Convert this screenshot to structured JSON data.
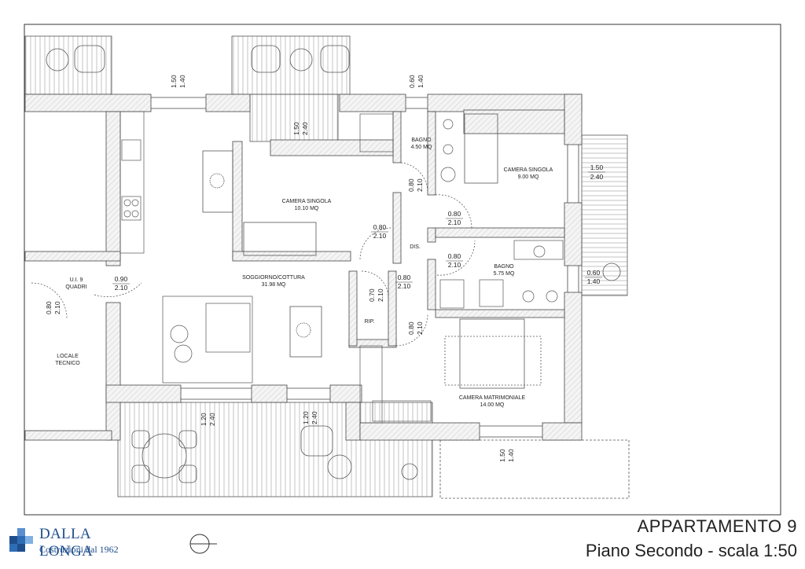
{
  "title": {
    "line1": "APPARTAMENTO 9",
    "line2": "Piano Secondo - scala 1:50"
  },
  "brand": {
    "name": "DALLA LONGA",
    "tagline": "Costruzioni dal 1962",
    "color": "#1f4e8c"
  },
  "rooms": {
    "camera_singola_1": {
      "name": "CAMERA SINGOLA",
      "area": "10.10 MQ"
    },
    "bagno_1": {
      "name": "BAGNO",
      "area": "4.50 MQ"
    },
    "camera_singola_2": {
      "name": "CAMERA SINGOLA",
      "area": "9.00 MQ"
    },
    "soggiorno": {
      "name": "SOGGIORNO/COTTURA",
      "area": "31.98 MQ"
    },
    "bagno_2": {
      "name": "BAGNO",
      "area": "5.75 MQ"
    },
    "camera_matrimoniale": {
      "name": "CAMERA MATRIMONIALE",
      "area": "14.00 MQ"
    },
    "locale_tecnico": {
      "line1": "LOCALE",
      "line2": "TECNICO"
    },
    "dis": "DIS.",
    "rip": "RIP.",
    "quadri": {
      "line1": "U.I. 9",
      "line2": "QUADRI"
    }
  },
  "dims": {
    "w_top_left": {
      "a": "1.50",
      "b": "1.40"
    },
    "w_top_bath": {
      "a": "0.60",
      "b": "1.40"
    },
    "w_top_mid": {
      "a": "1.50",
      "b": "2.40"
    },
    "w_right_room": {
      "a": "1.50",
      "b": "2.40"
    },
    "w_right_bath": {
      "a": "0.60",
      "b": "1.40"
    },
    "w_bottom_left": {
      "a": "1.20",
      "b": "2.40"
    },
    "w_bottom_mid": {
      "a": "1.20",
      "b": "2.40"
    },
    "w_bottom_right": {
      "a": "1.50",
      "b": "1.40"
    },
    "d_bath1": {
      "a": "0.80",
      "b": "2.10"
    },
    "d_cam1": {
      "a": "0.80",
      "b": "2.10"
    },
    "d_cam2": {
      "a": "0.80",
      "b": "2.10"
    },
    "d_bath2": {
      "a": "0.80",
      "b": "2.10"
    },
    "d_entry": {
      "a": "0.80",
      "b": "2.10"
    },
    "d_matr": {
      "a": "0.80",
      "b": "2.10"
    },
    "d_rip": {
      "a": "0.70",
      "b": "2.10"
    },
    "d_quadri": {
      "a": "0.90",
      "b": "2.10"
    },
    "d_tecnico": {
      "a": "0.80",
      "b": "2.10"
    }
  }
}
